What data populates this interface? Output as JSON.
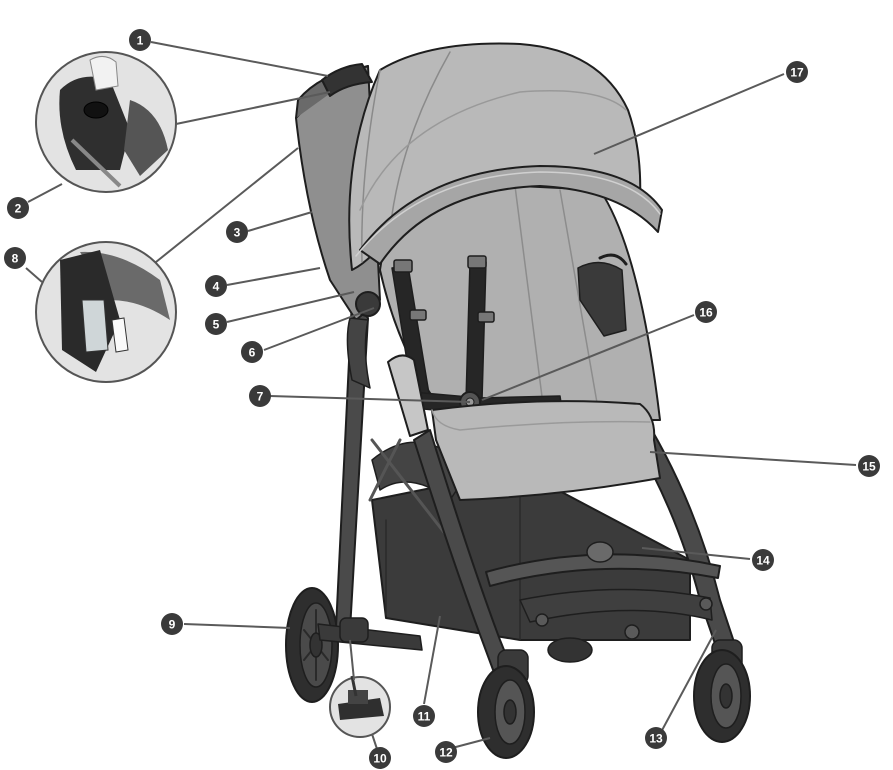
{
  "colors": {
    "fabric_light": "#b9b9b9",
    "fabric_mid": "#a6a6a6",
    "fabric_dark": "#8f8f8f",
    "frame": "#4a4a4a",
    "frame_dark": "#2f2f2f",
    "basket": "#3b3b3b",
    "harness": "#262626",
    "outline": "#1e1e1e",
    "callout_fill": "#3a3a3a",
    "leader": "#5a5a5a",
    "inset_bg": "#e3e3e3"
  },
  "callouts": [
    {
      "id": "1",
      "label": "1",
      "part": "handlebar"
    },
    {
      "id": "2",
      "label": "2",
      "part": "fold-handle"
    },
    {
      "id": "3",
      "label": "3",
      "part": "rear-canopy-panel"
    },
    {
      "id": "4",
      "label": "4",
      "part": "canopy-attachment"
    },
    {
      "id": "5",
      "label": "5",
      "part": "canopy-hub"
    },
    {
      "id": "6",
      "label": "6",
      "part": "recline-adjuster"
    },
    {
      "id": "7",
      "label": "7",
      "part": "bumper-bar"
    },
    {
      "id": "8",
      "label": "8",
      "part": "recline-strap"
    },
    {
      "id": "9",
      "label": "9",
      "part": "rear-wheel"
    },
    {
      "id": "10",
      "label": "10",
      "part": "brake-pedal"
    },
    {
      "id": "11",
      "label": "11",
      "part": "storage-basket"
    },
    {
      "id": "12",
      "label": "12",
      "part": "front-wheel"
    },
    {
      "id": "13",
      "label": "13",
      "part": "swivel-front-wheel"
    },
    {
      "id": "14",
      "label": "14",
      "part": "front-bar"
    },
    {
      "id": "15",
      "label": "15",
      "part": "seat-leg-rest"
    },
    {
      "id": "16",
      "label": "16",
      "part": "harness-buckle"
    },
    {
      "id": "17",
      "label": "17",
      "part": "canopy"
    }
  ]
}
